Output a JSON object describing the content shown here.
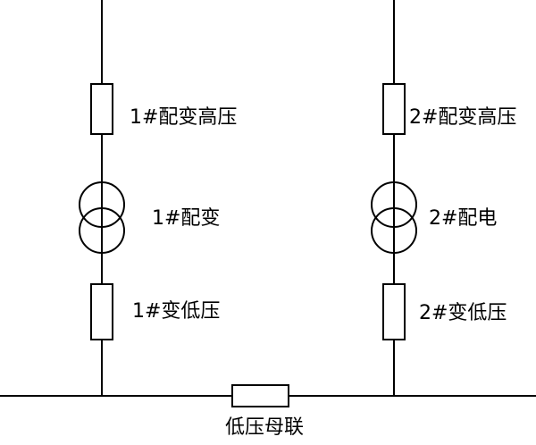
{
  "diagram": {
    "left_feeder": {
      "hv_label": "1#配变高压",
      "transformer_label": "1#配变",
      "lv_label": "1#变低压"
    },
    "right_feeder": {
      "hv_label": "2#配变高压",
      "transformer_label": "2#配电",
      "lv_label": "2#变低压"
    },
    "bus_coupler_label": "低压母联"
  }
}
